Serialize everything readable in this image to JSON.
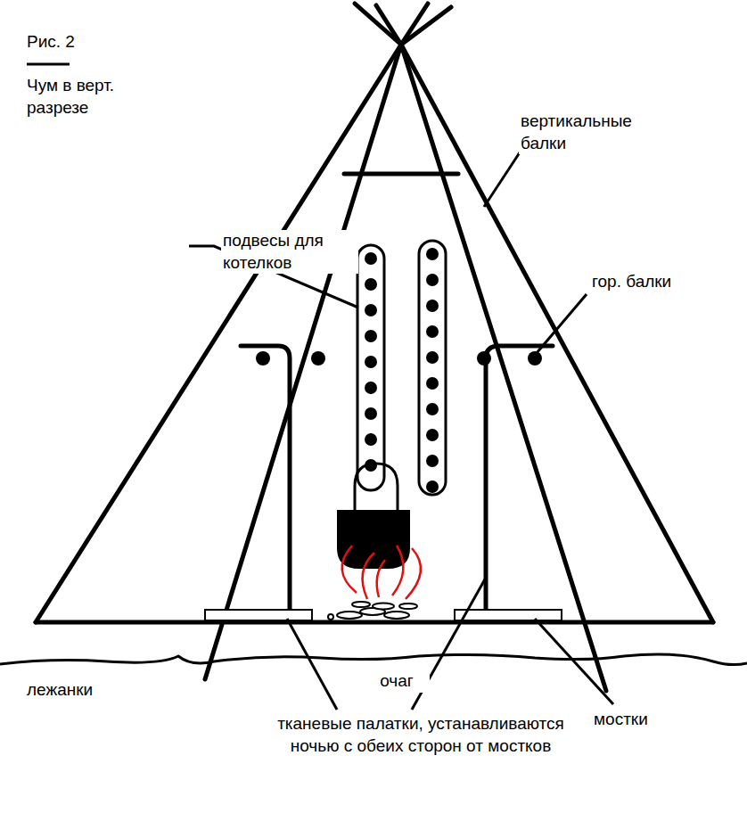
{
  "diagram": {
    "title": "Рис. 2",
    "labels": [
      "Чум в верт. разрезе",
      "вертикальные балки",
      "подвесы для котелков",
      "гор. балки",
      "лежанки",
      "очаг",
      "тканевые палатки, устанавливаются ночью с обеих сторон от мостков",
      "мостки"
    ]
  }
}
